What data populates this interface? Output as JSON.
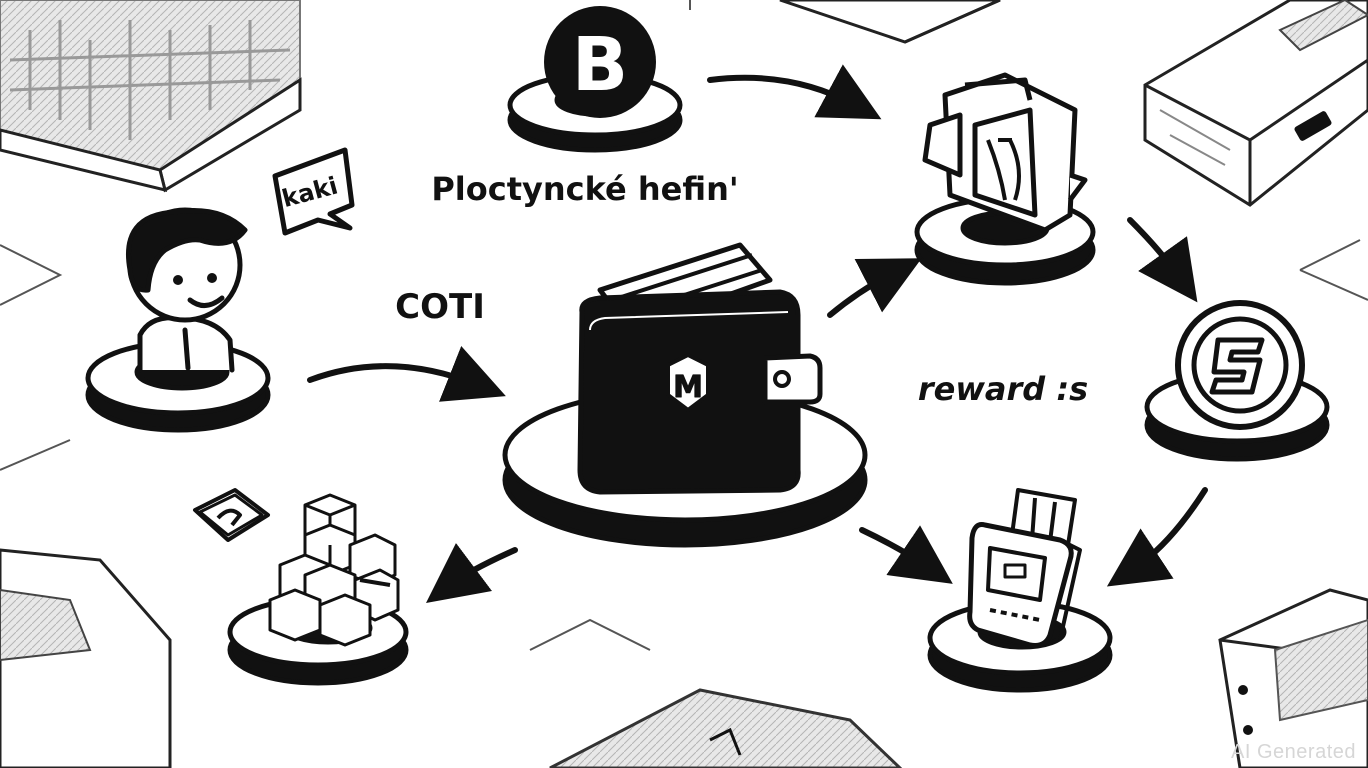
{
  "labels": {
    "title": "Ploctyncké hefin'",
    "coti": "COTI",
    "rewards": "reward :s",
    "speech_bubble": "kaki"
  },
  "nodes": {
    "top": {
      "letter": "B",
      "icon": "b-coin-icon"
    },
    "center": {
      "badge_letter": "M",
      "icon": "wallet-icon"
    },
    "user": {
      "icon": "person-icon"
    },
    "card": {
      "icon": "card-reader-icon"
    },
    "token": {
      "icon": "s-coin-icon"
    },
    "device": {
      "icon": "payment-terminal-icon"
    },
    "blocks": {
      "icon": "cubes-icon"
    },
    "bubble": {
      "icon": "chat-bubble-icon"
    }
  },
  "watermark": "AI Generated",
  "colors": {
    "ink": "#111111",
    "paper": "#ffffff",
    "gray": "#c8c8c8",
    "dark_gray": "#8a8a8a"
  }
}
